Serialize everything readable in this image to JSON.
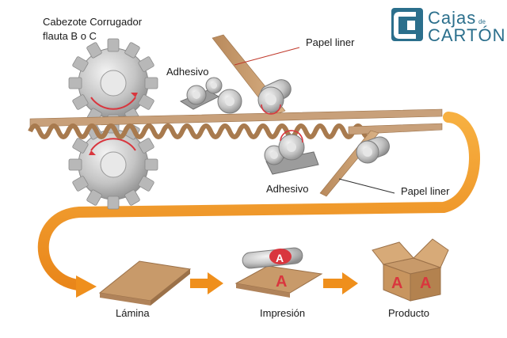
{
  "labels": {
    "header_line1": "Cabezote Corrugador",
    "header_line2": "flauta B o C",
    "adhesive_top": "Adhesivo",
    "adhesive_bottom": "Adhesivo",
    "liner_top": "Papel liner",
    "liner_bottom": "Papel liner",
    "step_sheet": "Lámina",
    "step_print": "Impresión",
    "step_product": "Producto"
  },
  "logo": {
    "word1": "Cajas",
    "small": "de",
    "word2": "CARTÓN"
  },
  "print_letter": "A",
  "box_letter_left": "A",
  "box_letter_right": "A",
  "icons": [
    "gear-icon",
    "roller-icon",
    "glue-unit-icon",
    "cardboard-sheet-icon",
    "print-roller-icon",
    "box-icon",
    "arrow-icon"
  ],
  "colors": {
    "flow_orange": "#f0961e",
    "cardboard": "#c89a6a",
    "steel": "#c9c9c9",
    "accent_red": "#d9363e",
    "brand_blue": "#2b6f8c"
  }
}
